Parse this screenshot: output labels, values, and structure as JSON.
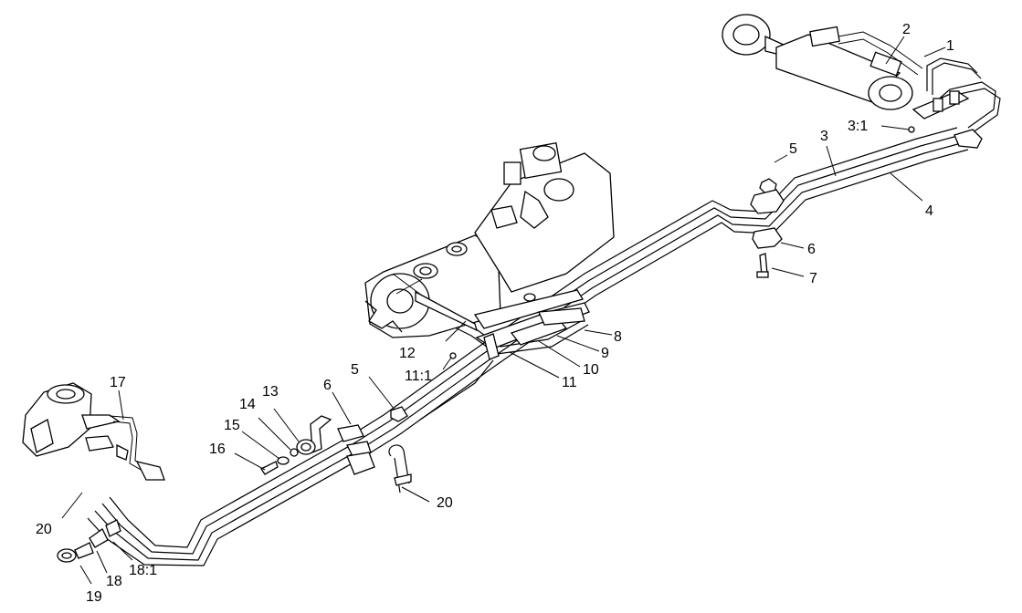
{
  "labels": {
    "l1": "1",
    "l2": "2",
    "l3": "3",
    "l3_1": "3:1",
    "l4": "4",
    "l5a": "5",
    "l5b": "5",
    "l6a": "6",
    "l6b": "6",
    "l7": "7",
    "l8": "8",
    "l9": "9",
    "l10": "10",
    "l11": "11",
    "l11_1": "11:1",
    "l12": "12",
    "l13": "13",
    "l14": "14",
    "l15": "15",
    "l16": "16",
    "l17": "17",
    "l18": "18",
    "l18_1": "18:1",
    "l19": "19",
    "l20a": "20",
    "l20b": "20"
  }
}
